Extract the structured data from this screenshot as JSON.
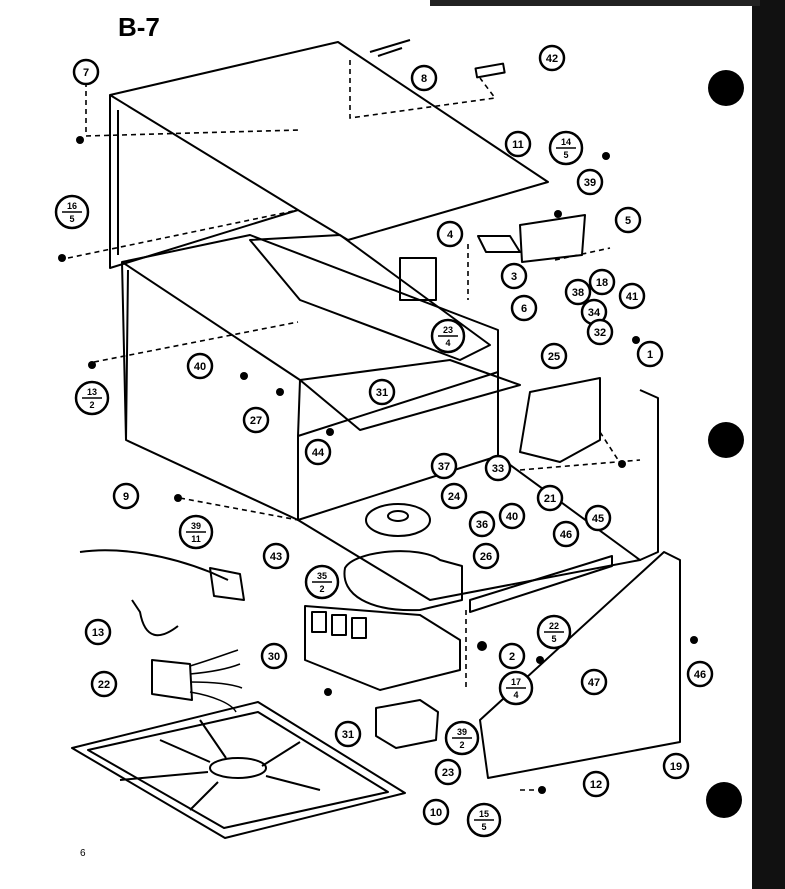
{
  "title": "B-7",
  "page_number": "6",
  "callouts": [
    {
      "id": "c7",
      "label": "7"
    },
    {
      "id": "c8-top",
      "label": "8"
    },
    {
      "id": "c42",
      "label": "42"
    },
    {
      "id": "c11",
      "label": "11"
    },
    {
      "id": "c14-5",
      "num": "14",
      "den": "5"
    },
    {
      "id": "c16-5",
      "num": "16",
      "den": "5"
    },
    {
      "id": "c39-top",
      "label": "39"
    },
    {
      "id": "c5",
      "label": "5"
    },
    {
      "id": "c4",
      "label": "4"
    },
    {
      "id": "c3",
      "label": "3"
    },
    {
      "id": "c18",
      "label": "18"
    },
    {
      "id": "c38",
      "label": "38"
    },
    {
      "id": "c6",
      "label": "6"
    },
    {
      "id": "c34",
      "label": "34"
    },
    {
      "id": "c41",
      "label": "41"
    },
    {
      "id": "c23-4",
      "num": "23",
      "den": "4"
    },
    {
      "id": "c32",
      "label": "32"
    },
    {
      "id": "c25",
      "label": "25"
    },
    {
      "id": "c1",
      "label": "1"
    },
    {
      "id": "c13-2",
      "num": "13",
      "den": "2"
    },
    {
      "id": "c40-left",
      "label": "40"
    },
    {
      "id": "c27",
      "label": "27"
    },
    {
      "id": "c31-mid",
      "label": "31"
    },
    {
      "id": "c44",
      "label": "44"
    },
    {
      "id": "c37",
      "label": "37"
    },
    {
      "id": "c33",
      "label": "33"
    },
    {
      "id": "c40-right",
      "label": "40"
    },
    {
      "id": "c21",
      "label": "21"
    },
    {
      "id": "c45",
      "label": "45"
    },
    {
      "id": "c9",
      "label": "9"
    },
    {
      "id": "c39-11",
      "num": "39",
      "den": "11"
    },
    {
      "id": "c24",
      "label": "24"
    },
    {
      "id": "c36",
      "label": "36"
    },
    {
      "id": "c26",
      "label": "26"
    },
    {
      "id": "c46-mid",
      "label": "46"
    },
    {
      "id": "c43",
      "label": "43"
    },
    {
      "id": "c35-2",
      "num": "35",
      "den": "2"
    },
    {
      "id": "c13",
      "label": "13"
    },
    {
      "id": "c22-5",
      "num": "22",
      "den": "5"
    },
    {
      "id": "c30",
      "label": "30"
    },
    {
      "id": "c2",
      "label": "2"
    },
    {
      "id": "c22",
      "label": "22"
    },
    {
      "id": "c17-4",
      "num": "17",
      "den": "4"
    },
    {
      "id": "c47",
      "label": "47"
    },
    {
      "id": "c46-right",
      "label": "46"
    },
    {
      "id": "c31-low",
      "label": "31"
    },
    {
      "id": "c39-2",
      "num": "39",
      "den": "2"
    },
    {
      "id": "c23",
      "label": "23"
    },
    {
      "id": "c19",
      "label": "19"
    },
    {
      "id": "c12",
      "label": "12"
    },
    {
      "id": "c10",
      "label": "10"
    },
    {
      "id": "c15-5",
      "num": "15",
      "den": "5"
    }
  ]
}
